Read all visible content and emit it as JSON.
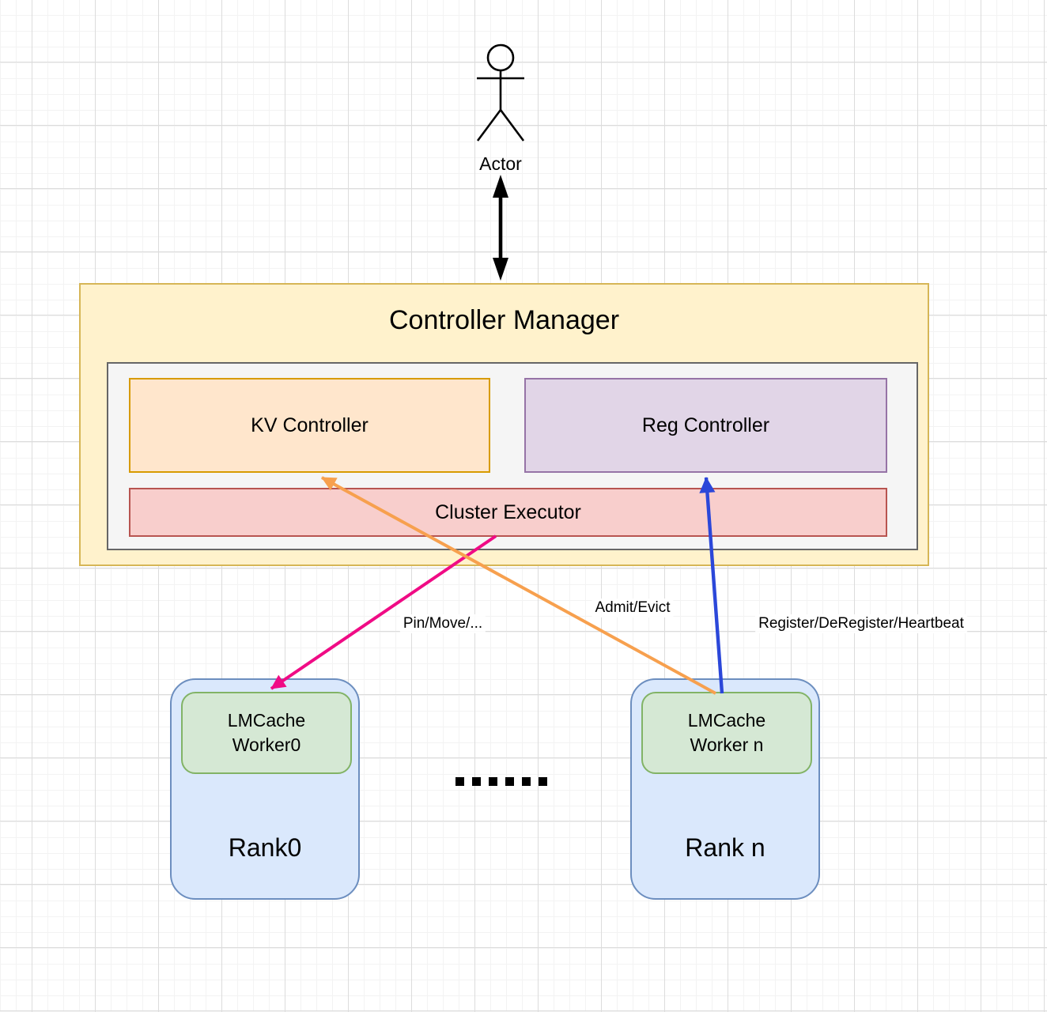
{
  "palette": {
    "canvas_bg": "#ffffff",
    "grid_minor": "#f3f3f3",
    "grid_major": "#dcdcdc",
    "manager_fill": "#fff2cc",
    "manager_border": "#d6b656",
    "panel_fill": "#f5f5f5",
    "panel_border": "#666666",
    "kv_fill": "#ffe6cc",
    "kv_border": "#d79b00",
    "reg_fill": "#e1d5e7",
    "reg_border": "#9673a6",
    "executor_fill": "#f8cecc",
    "executor_border": "#b85450",
    "rank_fill": "#dae8fc",
    "rank_border": "#6c8ebf",
    "worker_fill": "#d5e8d4",
    "worker_border": "#82b366",
    "arrow_black": "#000000",
    "arrow_pink": "#f00b85",
    "arrow_orange": "#f7a04e",
    "arrow_blue": "#2b47d9"
  },
  "nodes": {
    "actor": {
      "label": "Actor"
    },
    "controller_manager": {
      "title": "Controller Manager"
    },
    "kv_controller": {
      "label": "KV Controller"
    },
    "reg_controller": {
      "label": "Reg Controller"
    },
    "cluster_executor": {
      "label": "Cluster Executor"
    },
    "rank0": {
      "title": "Rank0",
      "worker_line1": "LMCache",
      "worker_line2": "Worker0"
    },
    "rank_n": {
      "title": "Rank n",
      "worker_line1": "LMCache",
      "worker_line2": "Worker n"
    },
    "ellipsis": {
      "dot_count": 6
    }
  },
  "edges": {
    "actor_manager": {
      "label": "",
      "type": "double-headed"
    },
    "pin_move": {
      "label": "Pin/Move/..."
    },
    "admit_evict": {
      "label": "Admit/Evict"
    },
    "register": {
      "label": "Register/DeRegister/Heartbeat"
    }
  }
}
